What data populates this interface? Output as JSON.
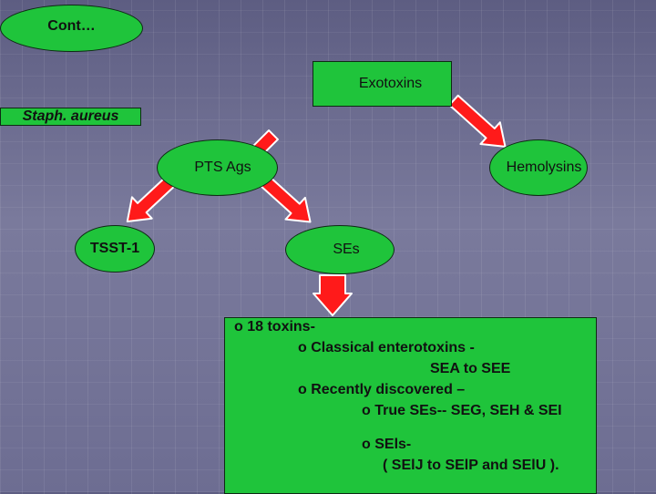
{
  "nodes": {
    "cont": "Cont…",
    "exotoxins": "Exotoxins",
    "organism": "Staph. aureus",
    "pts_ags": "PTS Ags",
    "hemolysins": "Hemolysins",
    "tsst": "TSST-1",
    "ses": "SEs"
  },
  "details": {
    "lines": [
      "o  18 toxins-",
      "o  Classical enterotoxins -",
      "SEA to SEE",
      "o  Recently discovered –",
      "o True SEs-- SEG, SEH & SEI",
      "o SEls-",
      "( SElJ to SElP and SElU )."
    ]
  },
  "colors": {
    "box_fill": "#1fc43b",
    "arrow_fill": "#ff1a1a",
    "arrow_outline": "#ffffff",
    "background": "#6e6e90"
  }
}
